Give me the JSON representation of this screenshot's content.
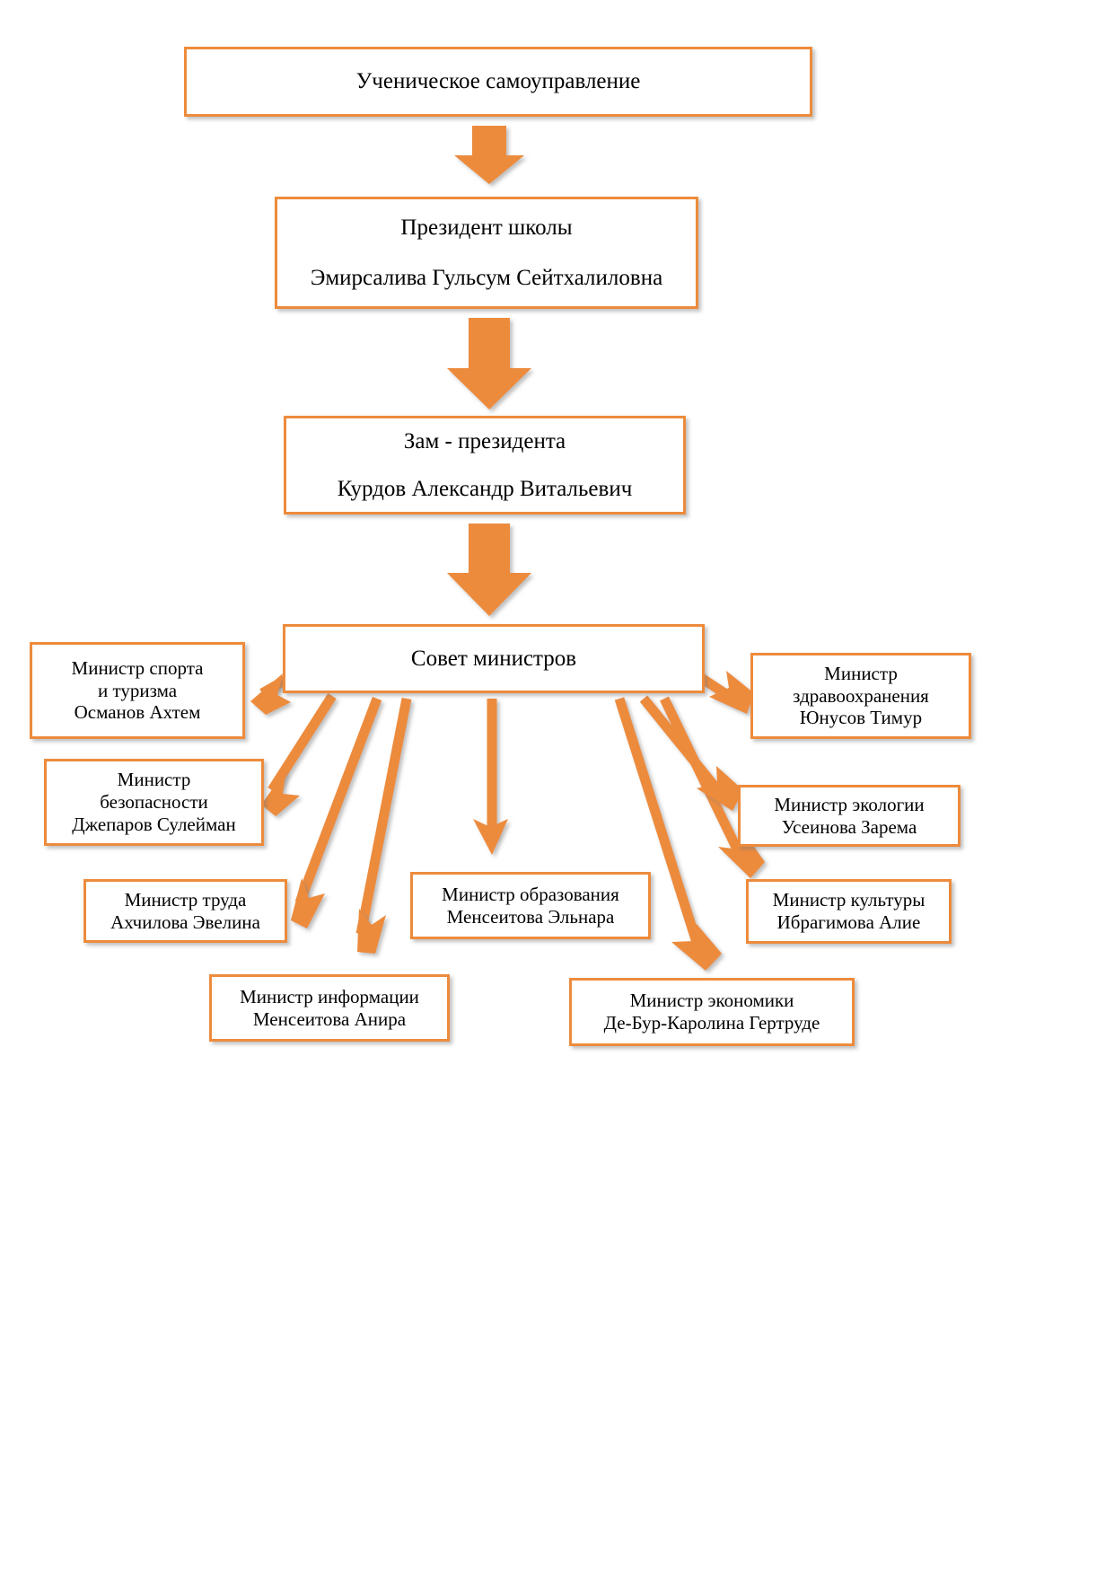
{
  "theme": {
    "accent": "#ED8B3C",
    "box_fill": "#FFFFFF",
    "text_color": "#000000"
  },
  "chart_data": {
    "type": "diagram",
    "title": "Ученическое самоуправление",
    "orientation": "top-down organizational hierarchy"
  },
  "hierarchy": {
    "root": {
      "title": "Ученическое самоуправление"
    },
    "president": {
      "role": "Президент школы",
      "name": "Эмирсалива Гульсум Сейтхалиловна"
    },
    "vice_president": {
      "role": "Зам - президента",
      "name": "Курдов Александр Витальевич"
    },
    "council": {
      "title": "Совет министров"
    }
  },
  "ministers": [
    {
      "key": "sport",
      "line1": "Министр спорта",
      "line2": "и туризма",
      "line3": "Османов Ахтем"
    },
    {
      "key": "health",
      "line1": "Министр",
      "line2": "здравоохранения",
      "line3": "Юнусов Тимур"
    },
    {
      "key": "security",
      "line1": "Министр",
      "line2": "безопасности",
      "line3": "Джепаров Сулейман"
    },
    {
      "key": "ecology",
      "line1": "Министр экологии",
      "line2": "Усеинова Зарема"
    },
    {
      "key": "labour",
      "line1": "Министр труда",
      "line2": "Ахчилова Эвелина"
    },
    {
      "key": "education",
      "line1": "Министр образования",
      "line2": "Менсеитова Эльнара"
    },
    {
      "key": "culture",
      "line1": "Министр культуры",
      "line2": "Ибрагимова Алие"
    },
    {
      "key": "information",
      "line1": "Министр информации",
      "line2": "Менсеитова Анира"
    },
    {
      "key": "economy",
      "line1": "Министр экономики",
      "line2": "Де-Бур-Каролина Гертруде"
    }
  ]
}
